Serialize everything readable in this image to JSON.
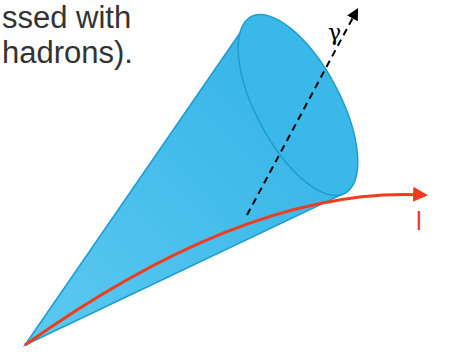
{
  "diagram": {
    "labels": [
      "ssed with",
      "hadrons).",
      "γ",
      "l"
    ]
  }
}
